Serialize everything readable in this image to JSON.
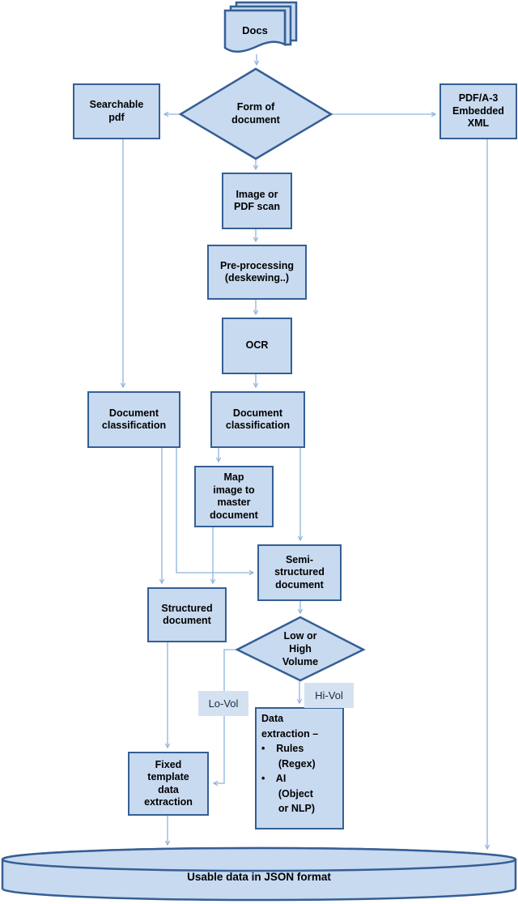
{
  "diagram": {
    "type": "flowchart",
    "colors": {
      "node_fill": "#c8daf0",
      "node_border": "#355f94",
      "arrow": "#8fb3dc",
      "label_fill": "#d4e1f1",
      "edge_label_text": "#1c2b43",
      "text": "#000000",
      "background": "#ffffff"
    },
    "nodes": {
      "docs": {
        "shape": "document-stack",
        "label": "Docs"
      },
      "form_of_document": {
        "shape": "diamond",
        "label": "Form of\ndocument"
      },
      "searchable_pdf": {
        "shape": "rect",
        "label": "Searchable\npdf"
      },
      "pdfa3_embedded_xml": {
        "shape": "rect",
        "label": "PDF/A-3\nEmbedded\nXML"
      },
      "image_or_pdf_scan": {
        "shape": "rect",
        "label": "Image or\nPDF scan"
      },
      "pre_processing": {
        "shape": "rect",
        "label": "Pre-processing\n(deskewing..)"
      },
      "ocr": {
        "shape": "rect",
        "label": "OCR"
      },
      "document_classification_left": {
        "shape": "rect",
        "label": "Document\nclassification"
      },
      "document_classification_right": {
        "shape": "rect",
        "label": "Document\nclassification"
      },
      "map_image_to_master": {
        "shape": "rect",
        "label": "Map\nimage to\nmaster\ndocument"
      },
      "semi_structured_document": {
        "shape": "rect",
        "label": "Semi-\nstructured\ndocument"
      },
      "structured_document": {
        "shape": "rect",
        "label": "Structured\ndocument"
      },
      "low_or_high_volume": {
        "shape": "diamond",
        "label": "Low or\nHigh\nVolume"
      },
      "data_extraction": {
        "shape": "rect",
        "label": "Data\nextraction –\n•    Rules\n      (Regex)\n•    AI\n      (Object\n      or NLP)"
      },
      "fixed_template_extraction": {
        "shape": "rect",
        "label": "Fixed\ntemplate\ndata\nextraction"
      },
      "usable_data_output": {
        "shape": "cylinder",
        "label": "Usable data in JSON format"
      }
    },
    "edge_labels": {
      "lo_vol": "Lo-Vol",
      "hi_vol": "Hi-Vol"
    }
  }
}
